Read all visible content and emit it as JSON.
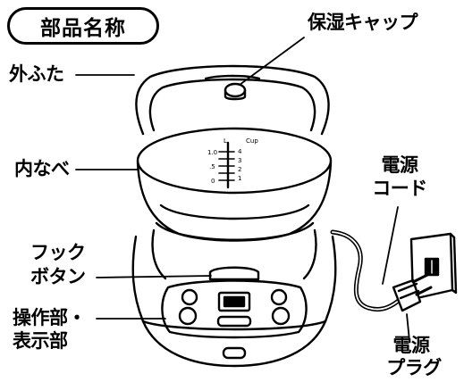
{
  "title": "部品名称",
  "labels": {
    "cap": "保湿キャップ",
    "outer_lid": "外ふた",
    "inner_pot": "内なべ",
    "cord_line1": "電源",
    "cord_line2": "コード",
    "hook_line1": "フック",
    "hook_line2": "ボタン",
    "panel_line1": "操作部・",
    "panel_line2": "表示部",
    "plug_line1": "電源",
    "plug_line2": "プラグ"
  },
  "scale": {
    "header_left": "L",
    "header_right": "Cup",
    "left_marks": [
      "1.0",
      ".5",
      "0"
    ],
    "right_marks": [
      "4",
      "3",
      "2",
      "1"
    ]
  }
}
